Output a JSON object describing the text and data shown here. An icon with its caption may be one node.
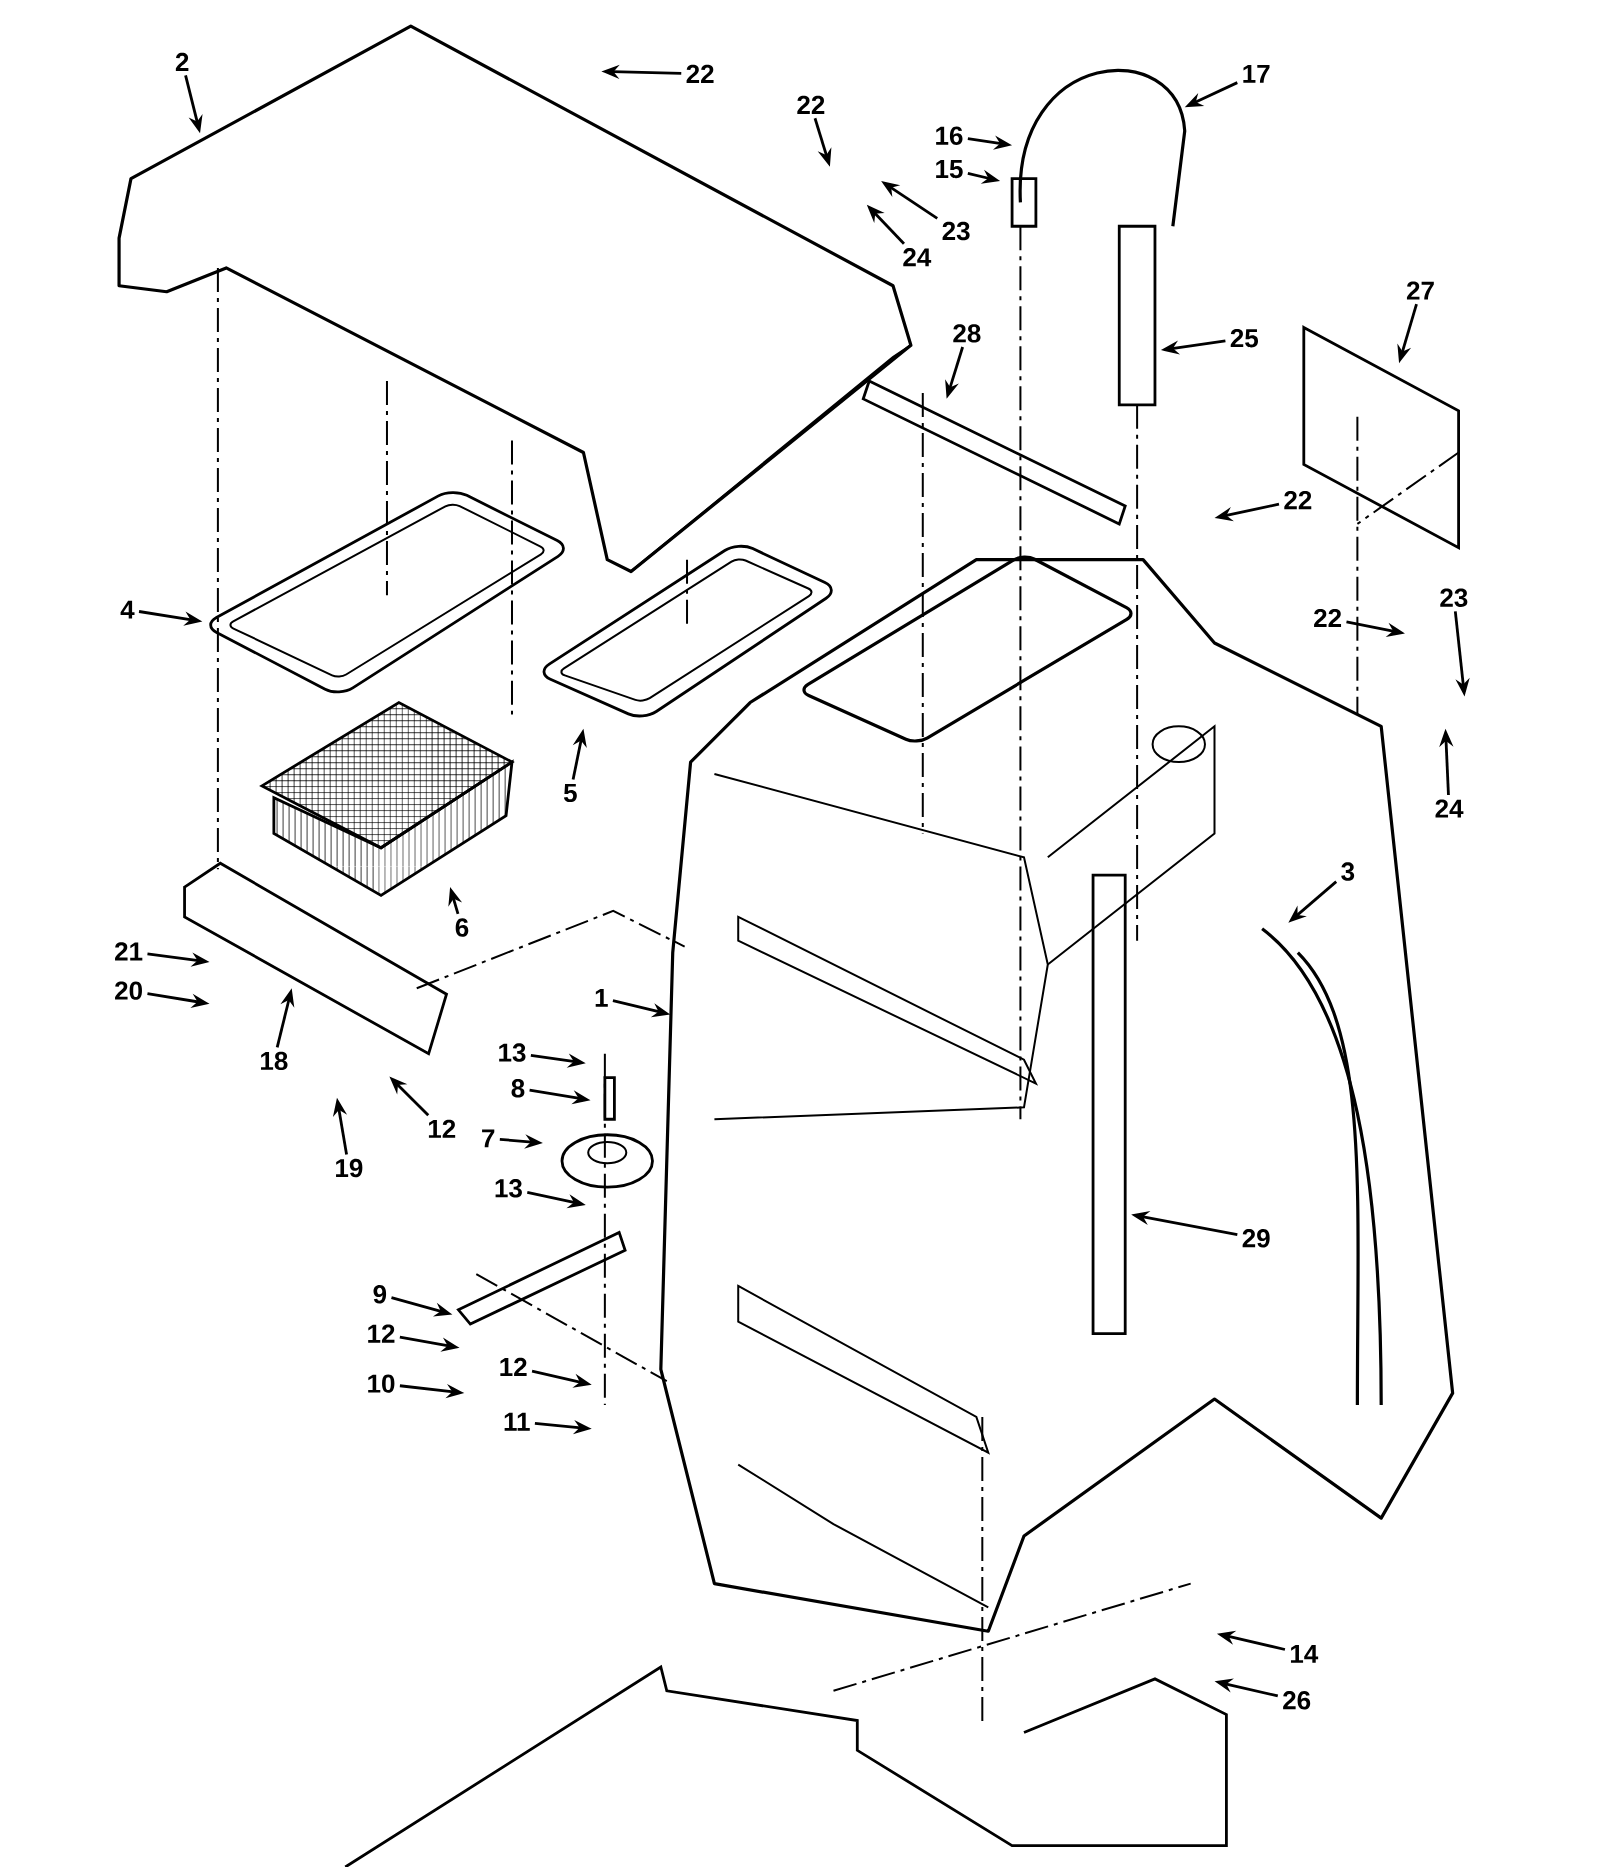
{
  "diagram": {
    "nodes": [
      {
        "text": [
          "2"
        ]
      },
      {
        "text": [
          "22"
        ]
      },
      {
        "text": [
          "22"
        ]
      },
      {
        "text": [
          "16"
        ]
      },
      {
        "text": [
          "15"
        ]
      },
      {
        "text": [
          "23"
        ]
      },
      {
        "text": [
          "24"
        ]
      },
      {
        "text": [
          "17"
        ]
      },
      {
        "text": [
          "25"
        ]
      },
      {
        "text": [
          "27"
        ]
      },
      {
        "text": [
          "28"
        ]
      },
      {
        "text": [
          "22"
        ]
      },
      {
        "text": [
          "4"
        ]
      },
      {
        "text": [
          "5"
        ]
      },
      {
        "text": [
          "22"
        ]
      },
      {
        "text": [
          "23"
        ]
      },
      {
        "text": [
          "24"
        ]
      },
      {
        "text": [
          "6"
        ]
      },
      {
        "text": [
          "3"
        ]
      },
      {
        "text": [
          "21"
        ]
      },
      {
        "text": [
          "20"
        ]
      },
      {
        "text": [
          "18"
        ]
      },
      {
        "text": [
          "1"
        ]
      },
      {
        "text": [
          "13"
        ]
      },
      {
        "text": [
          "8"
        ]
      },
      {
        "text": [
          "19"
        ]
      },
      {
        "text": [
          "12"
        ]
      },
      {
        "text": [
          "7"
        ]
      },
      {
        "text": [
          "13"
        ]
      },
      {
        "text": [
          "29"
        ]
      },
      {
        "text": [
          "9"
        ]
      },
      {
        "text": [
          "12"
        ]
      },
      {
        "text": [
          "12"
        ]
      },
      {
        "text": [
          "10"
        ]
      },
      {
        "text": [
          "11"
        ]
      },
      {
        "text": [
          "14"
        ]
      },
      {
        "text": [
          "26"
        ]
      }
    ],
    "edges": [
      {
        "from": 0,
        "to": null,
        "arrow": "to"
      },
      {
        "from": 1,
        "to": null,
        "arrow": "to"
      },
      {
        "from": 2,
        "to": null,
        "arrow": "to"
      },
      {
        "from": 3,
        "to": null,
        "arrow": "to"
      },
      {
        "from": 4,
        "to": null,
        "arrow": "to"
      },
      {
        "from": 5,
        "to": null,
        "arrow": "to"
      },
      {
        "from": 6,
        "to": null,
        "arrow": "to"
      },
      {
        "from": 7,
        "to": null,
        "arrow": "to"
      },
      {
        "from": 8,
        "to": null,
        "arrow": "to"
      },
      {
        "from": 9,
        "to": null,
        "arrow": "to"
      },
      {
        "from": 10,
        "to": null,
        "arrow": "to"
      },
      {
        "from": 11,
        "to": null,
        "arrow": "to"
      },
      {
        "from": 12,
        "to": null,
        "arrow": "to"
      },
      {
        "from": 13,
        "to": null,
        "arrow": "to"
      },
      {
        "from": 14,
        "to": null,
        "arrow": "to"
      },
      {
        "from": 15,
        "to": null,
        "arrow": "to"
      },
      {
        "from": 16,
        "to": null,
        "arrow": "to"
      },
      {
        "from": 17,
        "to": null,
        "arrow": "to"
      },
      {
        "from": 18,
        "to": null,
        "arrow": "to"
      },
      {
        "from": 19,
        "to": null,
        "arrow": "to"
      },
      {
        "from": 20,
        "to": null,
        "arrow": "to"
      },
      {
        "from": 21,
        "to": null,
        "arrow": "to"
      },
      {
        "from": 22,
        "to": null,
        "arrow": "to"
      },
      {
        "from": 23,
        "to": null,
        "arrow": "to"
      },
      {
        "from": 24,
        "to": null,
        "arrow": "to"
      },
      {
        "from": 25,
        "to": null,
        "arrow": "to"
      },
      {
        "from": 26,
        "to": null,
        "arrow": "to"
      },
      {
        "from": 27,
        "to": null,
        "arrow": "to"
      },
      {
        "from": 28,
        "to": null,
        "arrow": "to"
      },
      {
        "from": 29,
        "to": null,
        "arrow": "to"
      },
      {
        "from": 30,
        "to": null,
        "arrow": "to"
      },
      {
        "from": 31,
        "to": null,
        "arrow": "to"
      },
      {
        "from": 32,
        "to": null,
        "arrow": "to"
      },
      {
        "from": 33,
        "to": null,
        "arrow": "to"
      },
      {
        "from": 34,
        "to": null,
        "arrow": "to"
      },
      {
        "from": 35,
        "to": null,
        "arrow": "to"
      },
      {
        "from": 36,
        "to": null,
        "arrow": "to"
      }
    ]
  }
}
